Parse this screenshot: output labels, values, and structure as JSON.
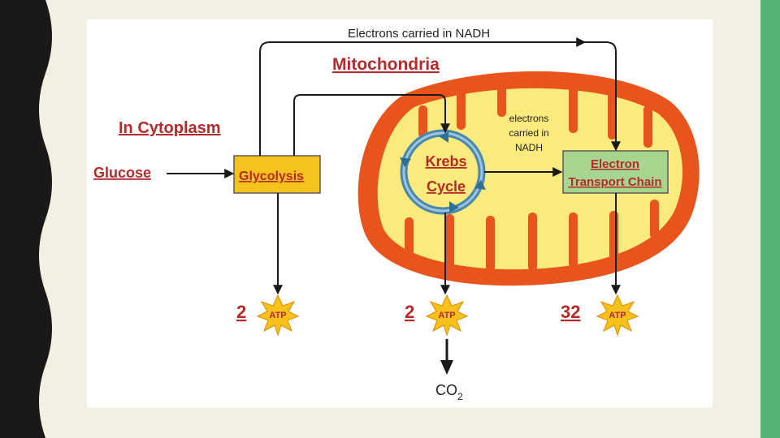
{
  "colors": {
    "background": "#f3efe2",
    "left_wave": "#1b1818",
    "right_accent": "#52b374",
    "mitochondria_outer": "#e9531c",
    "mitochondria_inner": "#fbeb7d",
    "process_box_orange": "#f5c31b",
    "process_box_green": "#a6d58f",
    "label_red": "#b52a2a",
    "krebs_cycle": "#4a86ad",
    "atp_star": "#f6c11a"
  },
  "icons": [
    "atp-star-icon",
    "krebs-cycle-arrows-icon",
    "flow-arrow-icon"
  ],
  "diagram": {
    "top_label": "Electrons carried in NADH",
    "mitochondria_label": "Mitochondria",
    "cytoplasm_label": "In Cytoplasm",
    "glucose_label": "Glucose",
    "glycolysis_label": "Glycolysis",
    "krebs": [
      "Krebs",
      "Cycle"
    ],
    "inner_note": [
      "electrons",
      "carried in",
      "NADH"
    ],
    "etc": [
      "Electron",
      "Transport Chain"
    ],
    "atp_word": "ATP",
    "atp_yields": [
      "2",
      "2",
      "32"
    ],
    "co2": {
      "base": "CO",
      "sub": "2"
    }
  }
}
